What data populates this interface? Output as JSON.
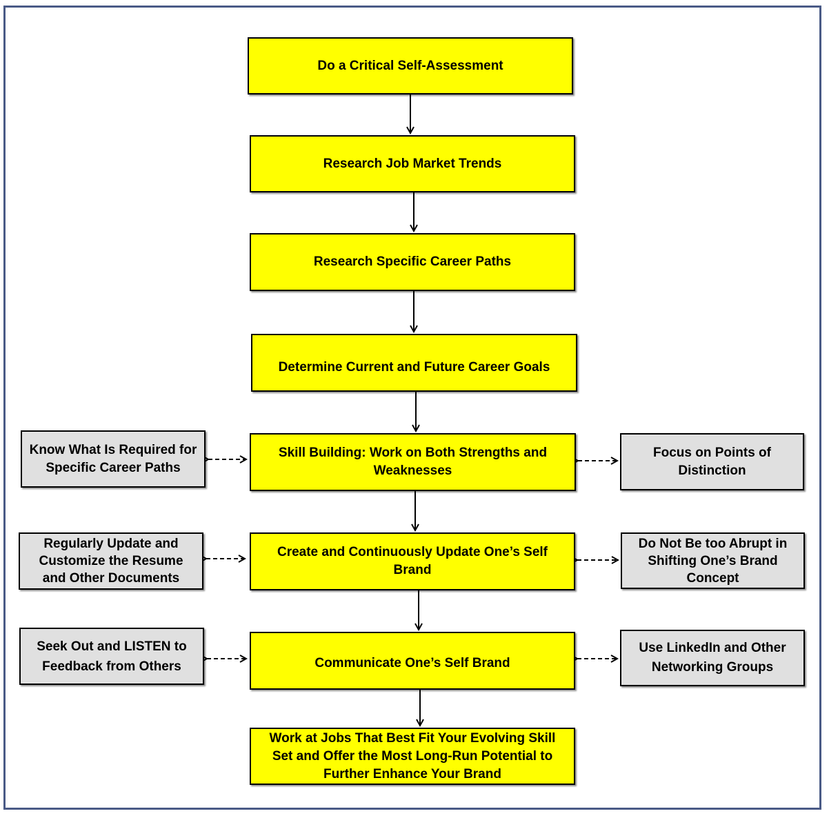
{
  "colors": {
    "main_fill": "#ffff00",
    "side_fill": "#e0e0e0",
    "border": "#000000",
    "frame": "#4a5a86"
  },
  "steps": [
    {
      "label": "Do a Critical Self-Assessment"
    },
    {
      "label": "Research Job Market Trends"
    },
    {
      "label": "Research Specific Career Paths"
    },
    {
      "label": "Determine Current and Future Career Goals"
    },
    {
      "label": "Skill Building: Work on Both Strengths and Weaknesses"
    },
    {
      "label": "Create and Continuously Update One’s Self Brand"
    },
    {
      "label": "Communicate One’s Self Brand"
    },
    {
      "label": "Work at Jobs That Best Fit Your Evolving Skill Set and Offer the Most Long-Run Potential to Further Enhance Your Brand"
    }
  ],
  "side_notes": {
    "skill_left": "Know What Is Required for Specific Career Paths",
    "skill_right": "Focus on Points of Distinction",
    "brand_left": "Regularly Update and Customize the Resume and Other Documents",
    "brand_right": "Do Not Be too Abrupt in Shifting One’s Brand Concept",
    "communicate_left": "Seek Out and LISTEN to Feedback from Others",
    "communicate_right": "Use LinkedIn and Other Networking Groups"
  }
}
